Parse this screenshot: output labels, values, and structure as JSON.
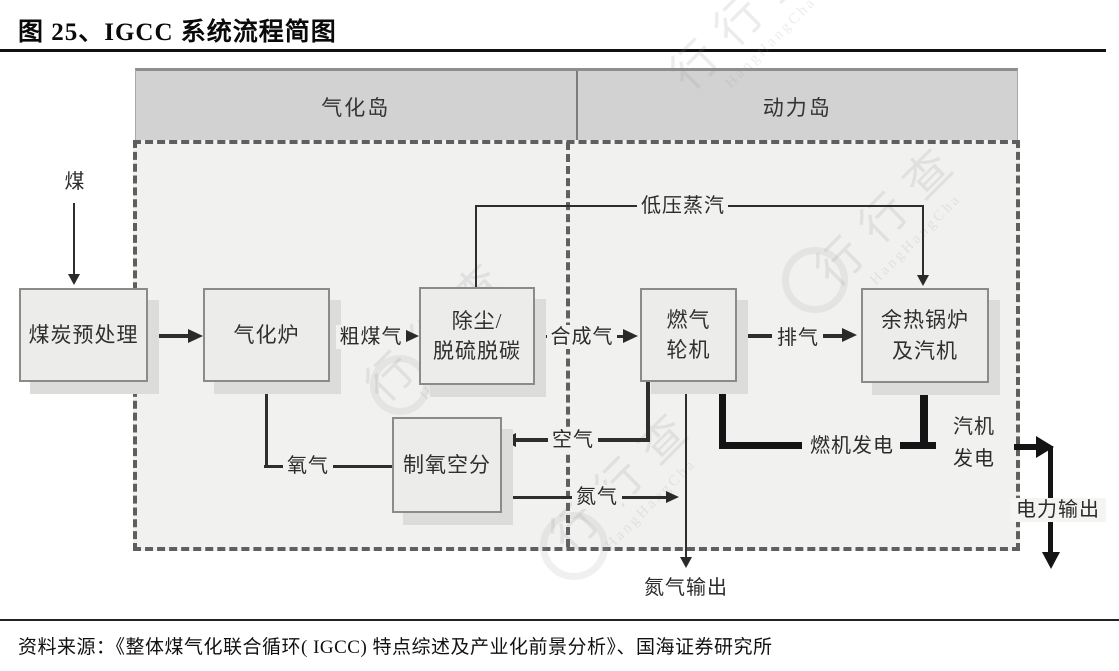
{
  "page": {
    "title": "图 25、IGCC 系统流程简图",
    "source": "资料来源：《整体煤气化联合循环( IGCC) 特点综述及产业化前景分析》、国海证券研究所"
  },
  "diagram": {
    "sections": [
      {
        "label": "气化岛"
      },
      {
        "label": "动力岛"
      }
    ],
    "boxes": {
      "coal_prep": "煤炭预处理",
      "gasifier": "气化炉",
      "cleanup_line1": "除尘/",
      "cleanup_line2": "脱硫脱碳",
      "gas_turbine_line1": "燃气",
      "gas_turbine_line2": "轮机",
      "hrsg_line1": "余热锅炉",
      "hrsg_line2": "及汽机",
      "asu": "制氧空分"
    },
    "flows": {
      "coal": "煤",
      "raw_gas": "粗煤气",
      "syngas": "合成气",
      "exhaust": "排气",
      "lp_steam": "低压蒸汽",
      "oxygen": "氧气",
      "air": "空气",
      "nitrogen": "氮气",
      "gt_power": "燃机发电",
      "st_power_line1": "汽机",
      "st_power_line2": "发电",
      "power_out": "电力输出",
      "n2_out": "氮气输出"
    }
  },
  "watermark": {
    "text": "行行查",
    "subtext": "HangHangCha"
  },
  "colors": {
    "header_fill": "#d2d2d2",
    "area_fill": "#f1f1f0",
    "box_fill": "#ececea",
    "box_border": "#8b8b8b",
    "box_shadow": "#dcdcda",
    "line": "#2e2e2e",
    "line_thick": "#141414",
    "dash_border": "#5f5f5f"
  }
}
